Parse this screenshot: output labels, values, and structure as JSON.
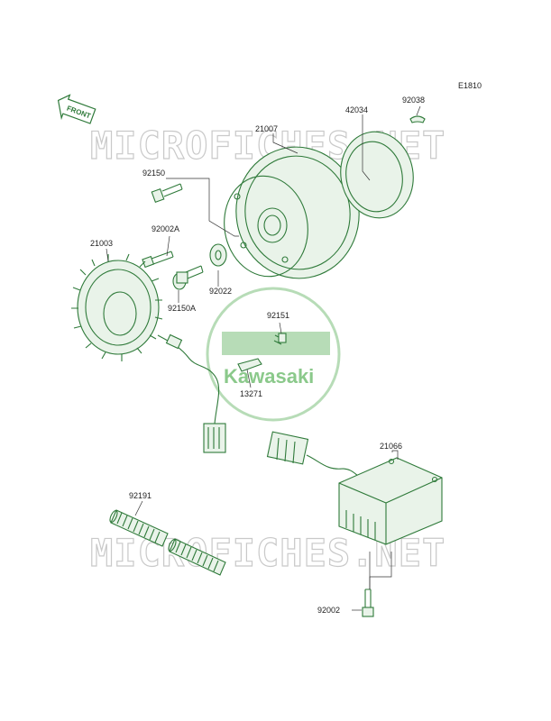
{
  "diagram_code": "E1810",
  "direction_label": "FRONT",
  "watermark_text": "MICROFICHES.NET",
  "logo_text": "Kawasaki",
  "colors": {
    "part_line": "#2f7a3a",
    "logo": "#7fc47f",
    "watermark": "#c9c9c9"
  },
  "parts": {
    "flywheel": "21007",
    "ring": "42034",
    "key": "92038",
    "bolt_top": "92150",
    "bolt_stator": "92002A",
    "stator": "21003",
    "washer": "92022",
    "bolt_flange": "92150A",
    "small_bolt": "92151",
    "clamp": "13271",
    "regulator": "21066",
    "tube": "92191",
    "regulator_bolt": "92002"
  }
}
